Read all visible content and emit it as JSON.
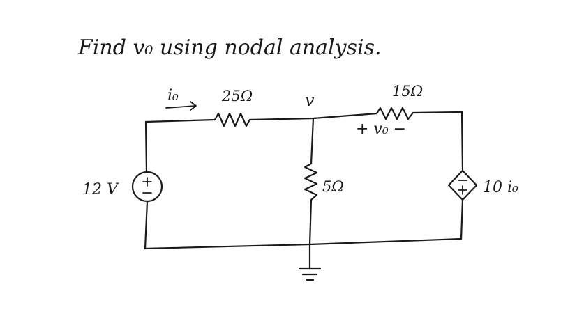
{
  "problem": {
    "title": "Find v₀ using nodal analysis."
  },
  "labels": {
    "current_io": "i₀",
    "r1": "25Ω",
    "node_v": "v",
    "r3": "15Ω",
    "vo_polarity": "+ v₀ −",
    "voltage_source": "12 V",
    "source_plus": "+",
    "source_minus": "−",
    "r2": "5Ω",
    "dep_source": "10 i₀",
    "dep_minus": "−",
    "dep_plus": "+"
  }
}
